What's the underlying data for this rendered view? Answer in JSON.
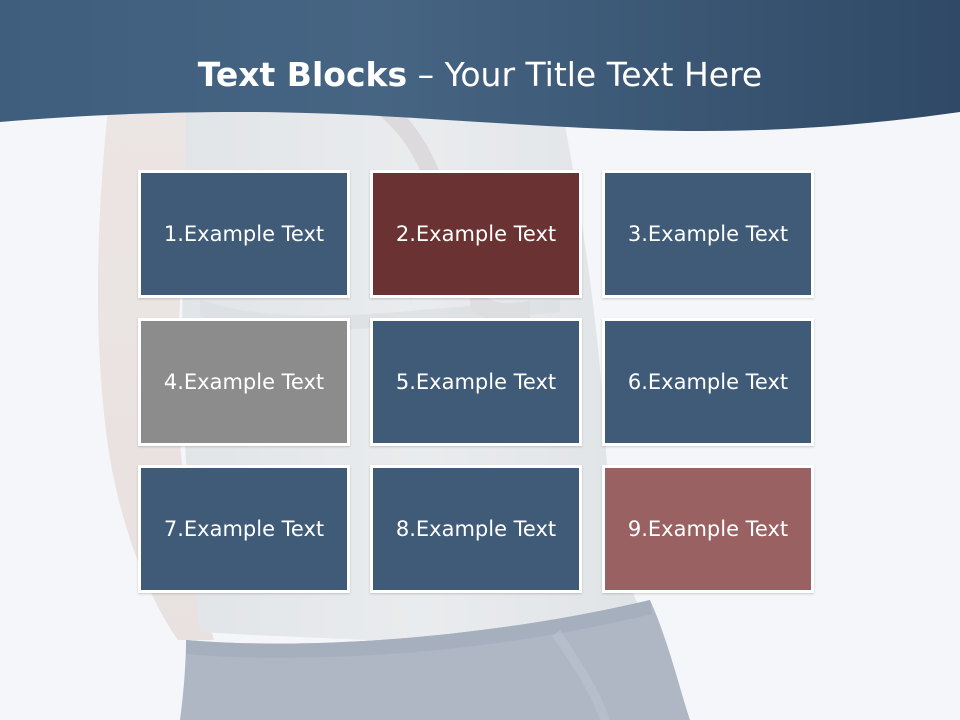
{
  "slide": {
    "title_bold": "Text Blocks",
    "title_dash": " – ",
    "title_light": "Your Title Text Here"
  },
  "colors": {
    "header": "#3d5878",
    "blue": "#3f5b78",
    "dark_red": "#6a3232",
    "gray": "#8c8c8c",
    "rose": "#996161"
  },
  "blocks": [
    {
      "label": "1.Example Text",
      "color": "#3f5b78"
    },
    {
      "label": "2.Example Text",
      "color": "#6a3232"
    },
    {
      "label": "3.Example Text",
      "color": "#3f5b78"
    },
    {
      "label": "4.Example Text",
      "color": "#8c8c8c"
    },
    {
      "label": "5.Example Text",
      "color": "#3f5b78"
    },
    {
      "label": "6.Example Text",
      "color": "#3f5b78"
    },
    {
      "label": "7.Example Text",
      "color": "#3f5b78"
    },
    {
      "label": "8.Example Text",
      "color": "#3f5b78"
    },
    {
      "label": "9.Example Text",
      "color": "#996161"
    }
  ]
}
